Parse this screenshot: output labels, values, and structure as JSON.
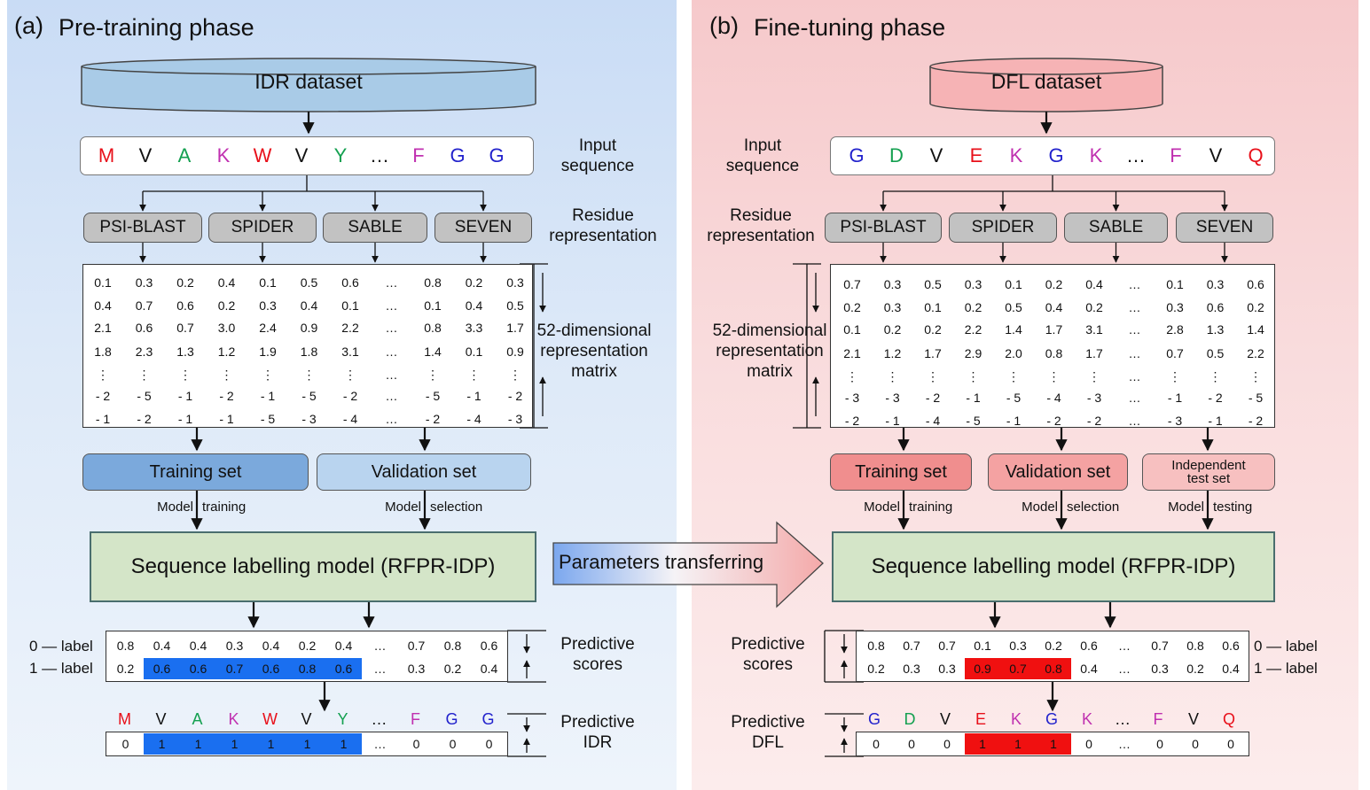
{
  "left": {
    "panel_letter": "(a)",
    "phase_title": "Pre-training phase",
    "dataset": "IDR dataset",
    "sequence": [
      "M",
      "V",
      "A",
      "K",
      "W",
      "V",
      "Y",
      "…",
      "F",
      "G",
      "G"
    ],
    "input_label": [
      "Input",
      "sequence"
    ],
    "residue_label": [
      "Residue",
      "representation"
    ],
    "features": [
      "PSI-BLAST",
      "SPIDER",
      "SABLE",
      "SEVEN"
    ],
    "matrix": [
      [
        "0.1",
        "0.3",
        "0.2",
        "0.4",
        "0.1",
        "0.5",
        "0.6",
        "…",
        "0.8",
        "0.2",
        "0.3"
      ],
      [
        "0.4",
        "0.7",
        "0.6",
        "0.2",
        "0.3",
        "0.4",
        "0.1",
        "…",
        "0.1",
        "0.4",
        "0.5"
      ],
      [
        "2.1",
        "0.6",
        "0.7",
        "3.0",
        "2.4",
        "0.9",
        "2.2",
        "…",
        "0.8",
        "3.3",
        "1.7"
      ],
      [
        "1.8",
        "2.3",
        "1.3",
        "1.2",
        "1.9",
        "1.8",
        "3.1",
        "…",
        "1.4",
        "0.1",
        "0.9"
      ],
      [
        "⋮",
        "⋮",
        "⋮",
        "⋮",
        "⋮",
        "⋮",
        "⋮",
        "…",
        "⋮",
        "⋮",
        "⋮"
      ],
      [
        "- 2",
        "- 5",
        "- 1",
        "- 2",
        "- 1",
        "- 5",
        "- 2",
        "…",
        "- 5",
        "- 1",
        "- 2"
      ],
      [
        "- 1",
        "- 2",
        "- 1",
        "- 1",
        "- 5",
        "- 3",
        "- 4",
        "…",
        "- 2",
        "- 4",
        "- 3"
      ]
    ],
    "matrix_label": [
      "52-dimensional",
      "representation",
      "matrix"
    ],
    "training_set": "Training set",
    "validation_set": "Validation set",
    "training_note": [
      "Model",
      "training"
    ],
    "selection_note": [
      "Model",
      "selection"
    ],
    "model": "Sequence labelling model (RFPR-IDP)",
    "label0": "0 — label",
    "label1": "1 — label",
    "scores0": [
      "0.8",
      "0.4",
      "0.4",
      "0.3",
      "0.4",
      "0.2",
      "0.4",
      "…",
      "0.7",
      "0.8",
      "0.6"
    ],
    "scores1": [
      "0.2",
      "0.6",
      "0.6",
      "0.7",
      "0.6",
      "0.8",
      "0.6",
      "…",
      "0.3",
      "0.2",
      "0.4"
    ],
    "scores_label": [
      "Predictive",
      "scores"
    ],
    "pred_seq": [
      "M",
      "V",
      "A",
      "K",
      "W",
      "V",
      "Y",
      "…",
      "F",
      "G",
      "G"
    ],
    "pred_bits": [
      "0",
      "1",
      "1",
      "1",
      "1",
      "1",
      "1",
      "…",
      "0",
      "0",
      "0"
    ],
    "pred_label": [
      "Predictive",
      "IDR"
    ]
  },
  "right": {
    "panel_letter": "(b)",
    "phase_title": "Fine-tuning phase",
    "dataset": "DFL dataset",
    "sequence": [
      "G",
      "D",
      "V",
      "E",
      "K",
      "G",
      "K",
      "…",
      "F",
      "V",
      "Q"
    ],
    "input_label": [
      "Input",
      "sequence"
    ],
    "residue_label": [
      "Residue",
      "representation"
    ],
    "features": [
      "PSI-BLAST",
      "SPIDER",
      "SABLE",
      "SEVEN"
    ],
    "matrix": [
      [
        "0.7",
        "0.3",
        "0.5",
        "0.3",
        "0.1",
        "0.2",
        "0.4",
        "…",
        "0.1",
        "0.3",
        "0.6"
      ],
      [
        "0.2",
        "0.3",
        "0.1",
        "0.2",
        "0.5",
        "0.4",
        "0.2",
        "…",
        "0.3",
        "0.6",
        "0.2"
      ],
      [
        "0.1",
        "0.2",
        "0.2",
        "2.2",
        "1.4",
        "1.7",
        "3.1",
        "…",
        "2.8",
        "1.3",
        "1.4"
      ],
      [
        "2.1",
        "1.2",
        "1.7",
        "2.9",
        "2.0",
        "0.8",
        "1.7",
        "…",
        "0.7",
        "0.5",
        "2.2"
      ],
      [
        "⋮",
        "⋮",
        "⋮",
        "⋮",
        "⋮",
        "⋮",
        "⋮",
        "…",
        "⋮",
        "⋮",
        "⋮"
      ],
      [
        "- 3",
        "- 3",
        "- 2",
        "- 1",
        "- 5",
        "- 4",
        "- 3",
        "…",
        "- 1",
        "- 2",
        "- 5"
      ],
      [
        "- 2",
        "- 1",
        "- 4",
        "- 5",
        "- 1",
        "- 2",
        "- 2",
        "…",
        "- 3",
        "- 1",
        "- 2"
      ]
    ],
    "matrix_label": [
      "52-dimensional",
      "representation",
      "matrix"
    ],
    "training_set": "Training set",
    "validation_set": "Validation set",
    "test_set": [
      "Independent",
      "test set"
    ],
    "training_note": [
      "Model",
      "training"
    ],
    "selection_note": [
      "Model",
      "selection"
    ],
    "testing_note": [
      "Model",
      "testing"
    ],
    "model": "Sequence labelling model (RFPR-IDP)",
    "label0": "0 — label",
    "label1": "1 — label",
    "scores0": [
      "0.8",
      "0.7",
      "0.7",
      "0.1",
      "0.3",
      "0.2",
      "0.6",
      "…",
      "0.7",
      "0.8",
      "0.6"
    ],
    "scores1": [
      "0.2",
      "0.3",
      "0.3",
      "0.9",
      "0.7",
      "0.8",
      "0.4",
      "…",
      "0.3",
      "0.2",
      "0.4"
    ],
    "scores_label": [
      "Predictive",
      "scores"
    ],
    "pred_seq": [
      "G",
      "D",
      "V",
      "E",
      "K",
      "G",
      "K",
      "…",
      "F",
      "V",
      "Q"
    ],
    "pred_bits": [
      "0",
      "0",
      "0",
      "1",
      "1",
      "1",
      "0",
      "…",
      "0",
      "0",
      "0"
    ],
    "pred_label": [
      "Predictive",
      "DFL"
    ]
  },
  "transfer": "Parameters transferring",
  "colors": {
    "M": "#e8101a",
    "W": "#e8101a",
    "E": "#e8101a",
    "Q": "#e8101a",
    "V": "#111111",
    "…": "#111111",
    "A": "#14a050",
    "Y": "#14a050",
    "D": "#14a050",
    "K": "#c030b0",
    "F": "#c030b0",
    "G": "#2222cc"
  }
}
